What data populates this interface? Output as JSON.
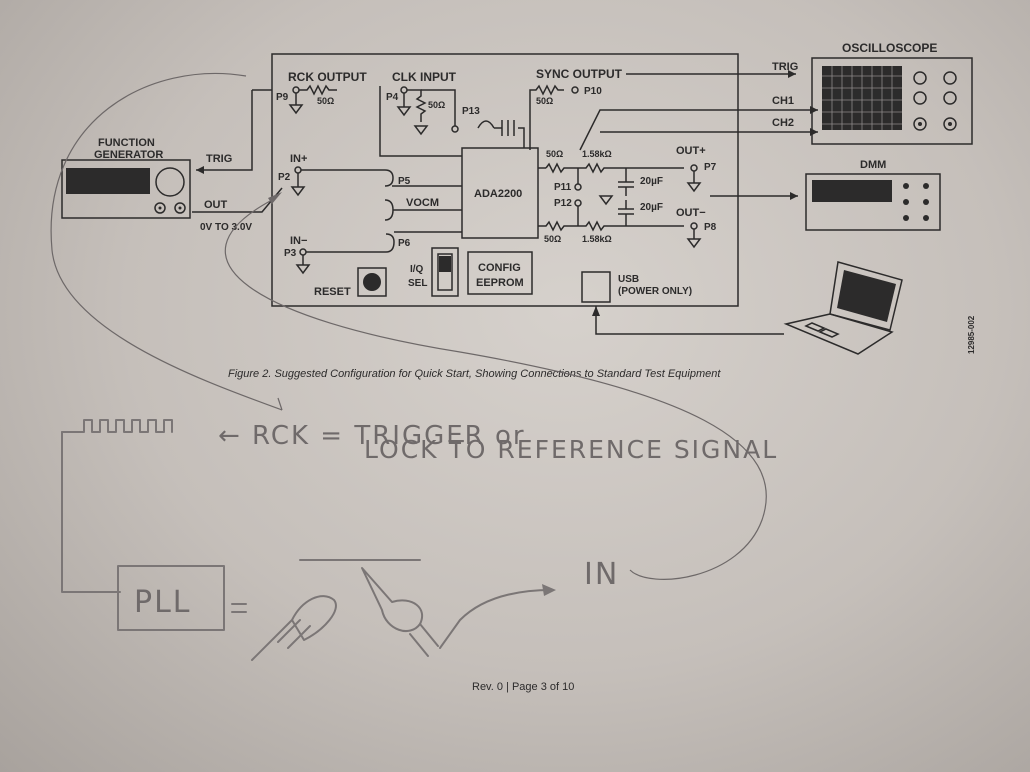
{
  "figure": {
    "caption": "Figure 2. Suggested Configuration for Quick Start, Showing Connections to Standard Test Equipment",
    "footer": "Rev. 0 | Page 3 of 10",
    "side_code": "12985-002"
  },
  "board": {
    "chip": "ADA2200",
    "rck_output": "RCK OUTPUT",
    "clk_input": "CLK INPUT",
    "sync_output": "SYNC OUTPUT",
    "in_plus": "IN+",
    "in_minus": "IN−",
    "vocm": "VOCM",
    "reset": "RESET",
    "iq_sel_1": "I/Q",
    "iq_sel_2": "SEL",
    "config_1": "CONFIG",
    "config_2": "EEPROM",
    "usb_1": "USB",
    "usb_2": "(POWER ONLY)",
    "r50_a": "50Ω",
    "r50_b": "50Ω",
    "r50_c": "50Ω",
    "r50_d": "50Ω",
    "r50_e": "50Ω",
    "r158_a": "1.58kΩ",
    "r158_b": "1.58kΩ",
    "cap_a": "20µF",
    "cap_b": "20µF",
    "out_plus": "OUT+",
    "out_minus": "OUT−",
    "p2": "P2",
    "p3": "P3",
    "p4": "P4",
    "p5": "P5",
    "p6": "P6",
    "p7": "P7",
    "p8": "P8",
    "p9": "P9",
    "p10": "P10",
    "p11": "P11",
    "p12": "P12",
    "p13": "P13"
  },
  "function_generator": {
    "title_1": "FUNCTION",
    "title_2": "GENERATOR",
    "trig": "TRIG",
    "out": "OUT",
    "range": "0V TO 3.0V"
  },
  "oscilloscope": {
    "title": "OSCILLOSCOPE",
    "trig": "TRIG",
    "ch1": "CH1",
    "ch2": "CH2"
  },
  "dmm": {
    "title": "DMM"
  },
  "handwriting": {
    "rck_note": "← RCK = TRIGGER or",
    "lock_note": "LOCK TO REFERENCE SIGNAL",
    "pll": "PLL",
    "in": "IN"
  }
}
